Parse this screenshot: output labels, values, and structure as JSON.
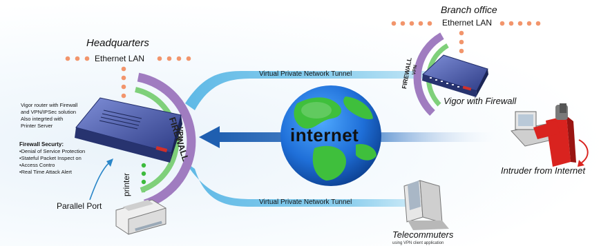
{
  "headquarters": {
    "title": "Headquarters",
    "lan_label": "Ethernet LAN",
    "router_description": [
      "Vigor router with Firewall",
      "and VPN/IPSec solution",
      "Also integrted with",
      "Printer Server"
    ],
    "security_title": "Firewall Securty:",
    "security_items": [
      "Denial of Service Protection",
      "Stateful Packet Inspect on",
      "Access Contro",
      "Real Time Attack Alert"
    ],
    "arc_firewall": "FIREWALL",
    "arc_vpn": "VPN",
    "printer_label": "printer",
    "parallel_port_label": "Parallel Port"
  },
  "branch": {
    "title": "Branch office",
    "lan_label": "Ethernet LAN",
    "arc_firewall": "FIREWALL",
    "arc_vpn": "VPN",
    "router_caption": "Vigor with Firewall"
  },
  "tunnels": {
    "top": "Virtual Private Network Tunnel",
    "bottom": "Virtual Private Network Tunnel"
  },
  "internet_label": "internet",
  "intruder_label": "Intruder from Internet",
  "telecommuters": {
    "title": "Telecommuters",
    "subtitle": "using VPN client application"
  },
  "colors": {
    "lan_dots": "#f2956c",
    "tunnel": "#8fd0ee",
    "firewall_arc": "#a07cc0",
    "vpn_arc": "#7fd07a",
    "router_blue": "#3e4f9a",
    "intruder_red": "#d9231f",
    "arrow_blue": "#1f5fb0"
  }
}
